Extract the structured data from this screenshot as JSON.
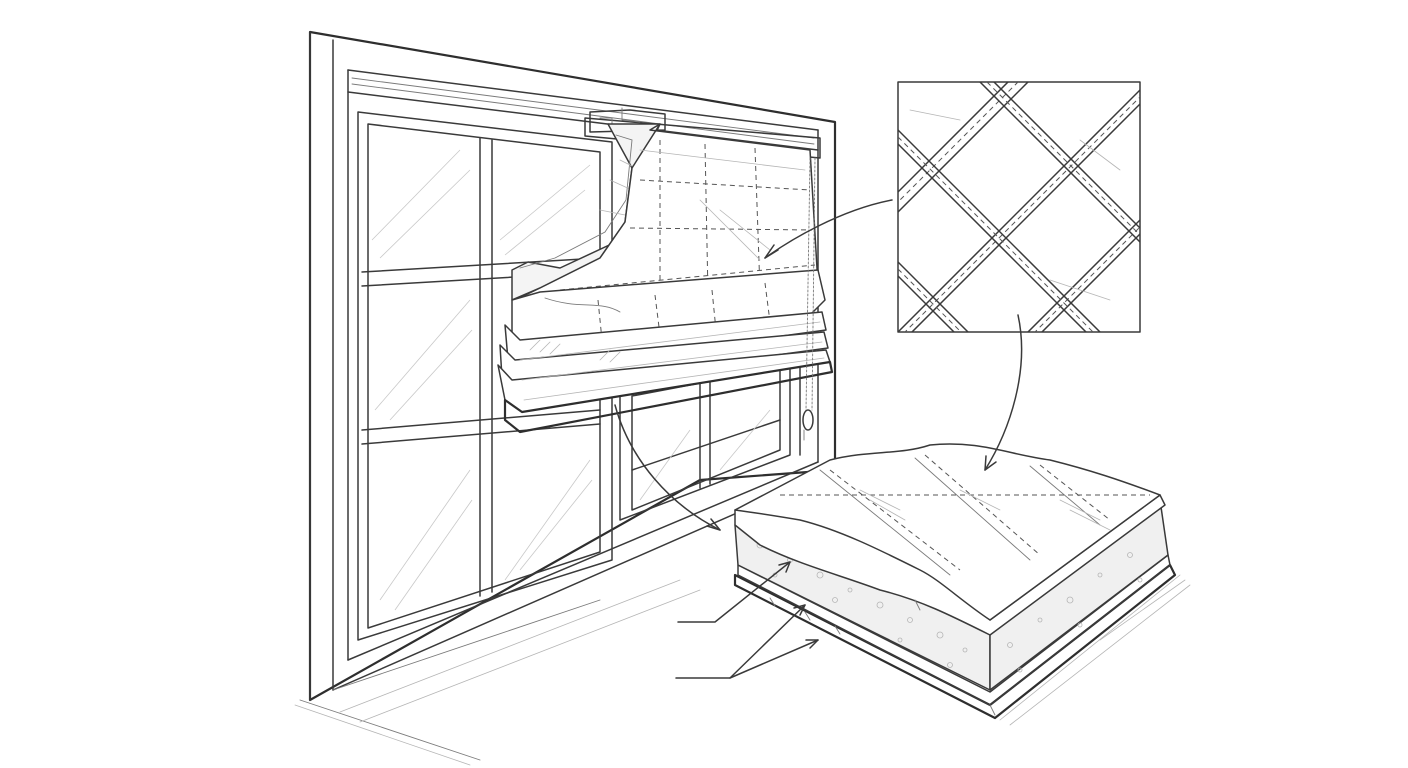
{
  "illustration": {
    "style": "pencil-sketch",
    "subject": "roman-shade-insulated-window-covering",
    "colors": {
      "ink": "#2e2e2e",
      "shading": "#9a9a9a",
      "background": "#ffffff"
    },
    "parts": [
      "window-frame",
      "window-panes",
      "roman-shade",
      "headrail",
      "pull-chain",
      "fabric-pattern-detail",
      "layered-panel-cross-section",
      "pointer-arrows",
      "leader-lines"
    ]
  }
}
